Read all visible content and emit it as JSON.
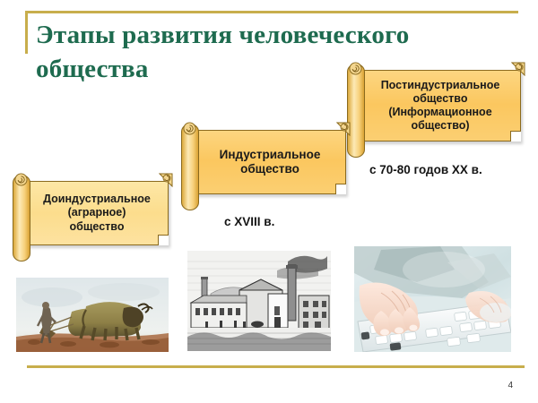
{
  "slide": {
    "title": "Этапы развития человеческого общества",
    "number": "4",
    "accent_color": "#c8ae4c",
    "title_color": "#1e6b4f",
    "scroll_fill": "#fbc75f",
    "scroll_fill_pale": "#fcdd8d",
    "background": "#ffffff"
  },
  "stages": [
    {
      "id": "pre-industrial",
      "label": "Доиндустриальное\n(аграрное)\nобщество",
      "lines": [
        "Доиндустриальное",
        "(аграрное)",
        "общество"
      ],
      "caption": "",
      "image": "ox-plowing-photo"
    },
    {
      "id": "industrial",
      "label": "Индустриальное общество",
      "lines": [
        "Индустриальное",
        "общество"
      ],
      "caption": "с XVIII в.",
      "image": "factory-engraving"
    },
    {
      "id": "post-industrial",
      "label": "Постиндустриальное общество (Информационное общество)",
      "lines": [
        "Постиндустриальное",
        "общество",
        "(Информационное",
        "общество)"
      ],
      "caption": "с 70-80 годов XX в.",
      "image": "hands-typing-keyboard-photo"
    }
  ]
}
